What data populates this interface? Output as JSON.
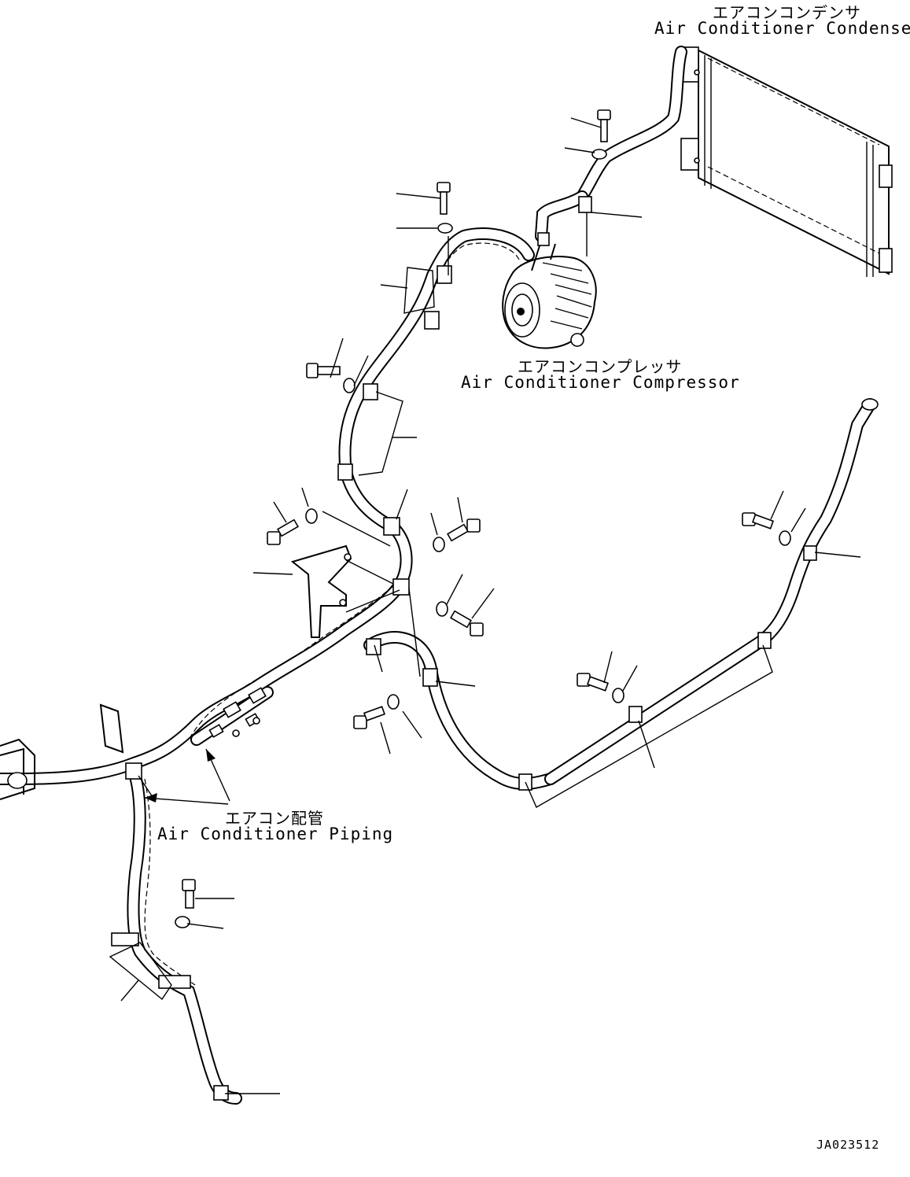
{
  "labels": {
    "condenser_jp": "エアコンコンデンサ",
    "condenser_en": "Air Conditioner Condenser",
    "compressor_jp": "エアコンコンプレッサ",
    "compressor_en": "Air Conditioner Compressor",
    "piping_jp": "エアコン配管",
    "piping_en": "Air Conditioner Piping"
  },
  "drawing_code": "JA023512"
}
